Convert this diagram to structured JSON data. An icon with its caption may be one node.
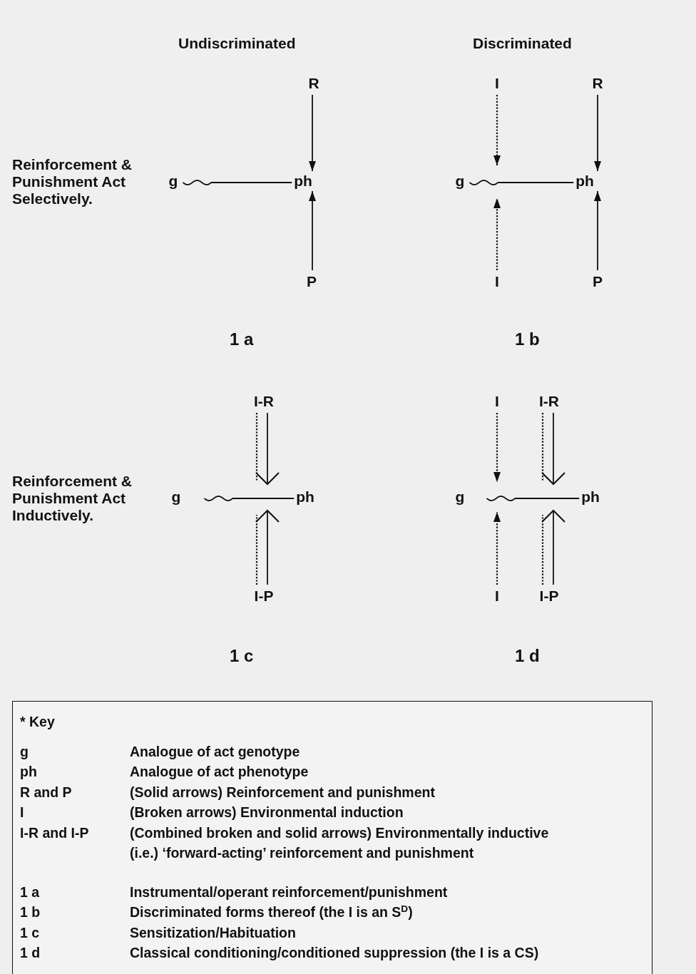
{
  "diagram": {
    "nodes": [
      {
        "text": [
          "R"
        ]
      },
      {
        "text": [
          "g"
        ]
      },
      {
        "text": [
          "ph"
        ]
      },
      {
        "text": [
          "P"
        ]
      },
      {
        "text": [
          "I"
        ]
      },
      {
        "text": [
          "R"
        ]
      },
      {
        "text": [
          "g"
        ]
      },
      {
        "text": [
          "ph"
        ]
      },
      {
        "text": [
          "I"
        ]
      },
      {
        "text": [
          "P"
        ]
      },
      {
        "text": [
          "I-R"
        ]
      },
      {
        "text": [
          "g"
        ]
      },
      {
        "text": [
          "ph"
        ]
      },
      {
        "text": [
          "I-P"
        ]
      },
      {
        "text": [
          "I"
        ]
      },
      {
        "text": [
          "I-R"
        ]
      },
      {
        "text": [
          "g"
        ]
      },
      {
        "text": [
          "ph"
        ]
      },
      {
        "text": [
          "I"
        ]
      },
      {
        "text": [
          "I-P"
        ]
      },
      {
        "text": [
          "* Key",
          "g",
          "Analogue of act genotype",
          "ph",
          "Analogue of act phenotype",
          "R and P",
          "(Solid arrows) Reinforcement and punishment",
          "I",
          "(Broken arrows) Environmental induction",
          "I-R and I-P",
          "(Combined broken and solid arrows) Environmentally inductive (i.e.) ‘forward-acting’ reinforcement and punishment",
          "1 a",
          "Instrumental/operant reinforcement/punishment",
          "1 b",
          "Discriminated forms thereof (the I is an S$^{D}$)",
          "1 c",
          "Sensitization/Habituation",
          "1 d",
          "Classical conditioning/conditioned suppression (the I is a CS)"
        ]
      }
    ],
    "edges": [
      {
        "from": 1,
        "to": 2,
        "arrow": "none"
      },
      {
        "from": 0,
        "to": 2,
        "arrow": "to"
      },
      {
        "from": 3,
        "to": 2,
        "arrow": "to"
      },
      {
        "from": 6,
        "to": 7,
        "arrow": "none"
      },
      {
        "from": 4,
        "to": 6,
        "arrow": "to",
        "style": "dashed"
      },
      {
        "from": 8,
        "to": 6,
        "arrow": "to",
        "style": "dashed"
      },
      {
        "from": 5,
        "to": 7,
        "arrow": "to"
      },
      {
        "from": 9,
        "to": 7,
        "arrow": "to"
      },
      {
        "from": 11,
        "to": 12,
        "arrow": "none"
      },
      {
        "from": 10,
        "to": null,
        "arrow": "none",
        "style": "dashed"
      },
      {
        "from": 10,
        "to": 12,
        "arrow": "to"
      },
      {
        "from": 13,
        "to": null,
        "arrow": "none",
        "style": "dashed"
      },
      {
        "from": 13,
        "to": 12,
        "arrow": "to"
      },
      {
        "from": 16,
        "to": 17,
        "arrow": "none"
      },
      {
        "from": 14,
        "to": 16,
        "arrow": "to",
        "style": "dashed"
      },
      {
        "from": 18,
        "to": 16,
        "arrow": "to",
        "style": "dashed"
      },
      {
        "from": 15,
        "to": null,
        "arrow": "none",
        "style": "dashed"
      },
      {
        "from": 15,
        "to": 17,
        "arrow": "to"
      },
      {
        "from": 19,
        "to": null,
        "arrow": "none",
        "style": "dashed"
      },
      {
        "from": 19,
        "to": 17,
        "arrow": "to"
      }
    ],
    "labels": [
      "Undiscriminated",
      "Discriminated",
      "Reinforcement & Punishment Act Selectively.",
      "1 a",
      "1 b",
      "Reinforcement & Punishment Act Inductively.",
      "1 c",
      "1 d"
    ]
  }
}
